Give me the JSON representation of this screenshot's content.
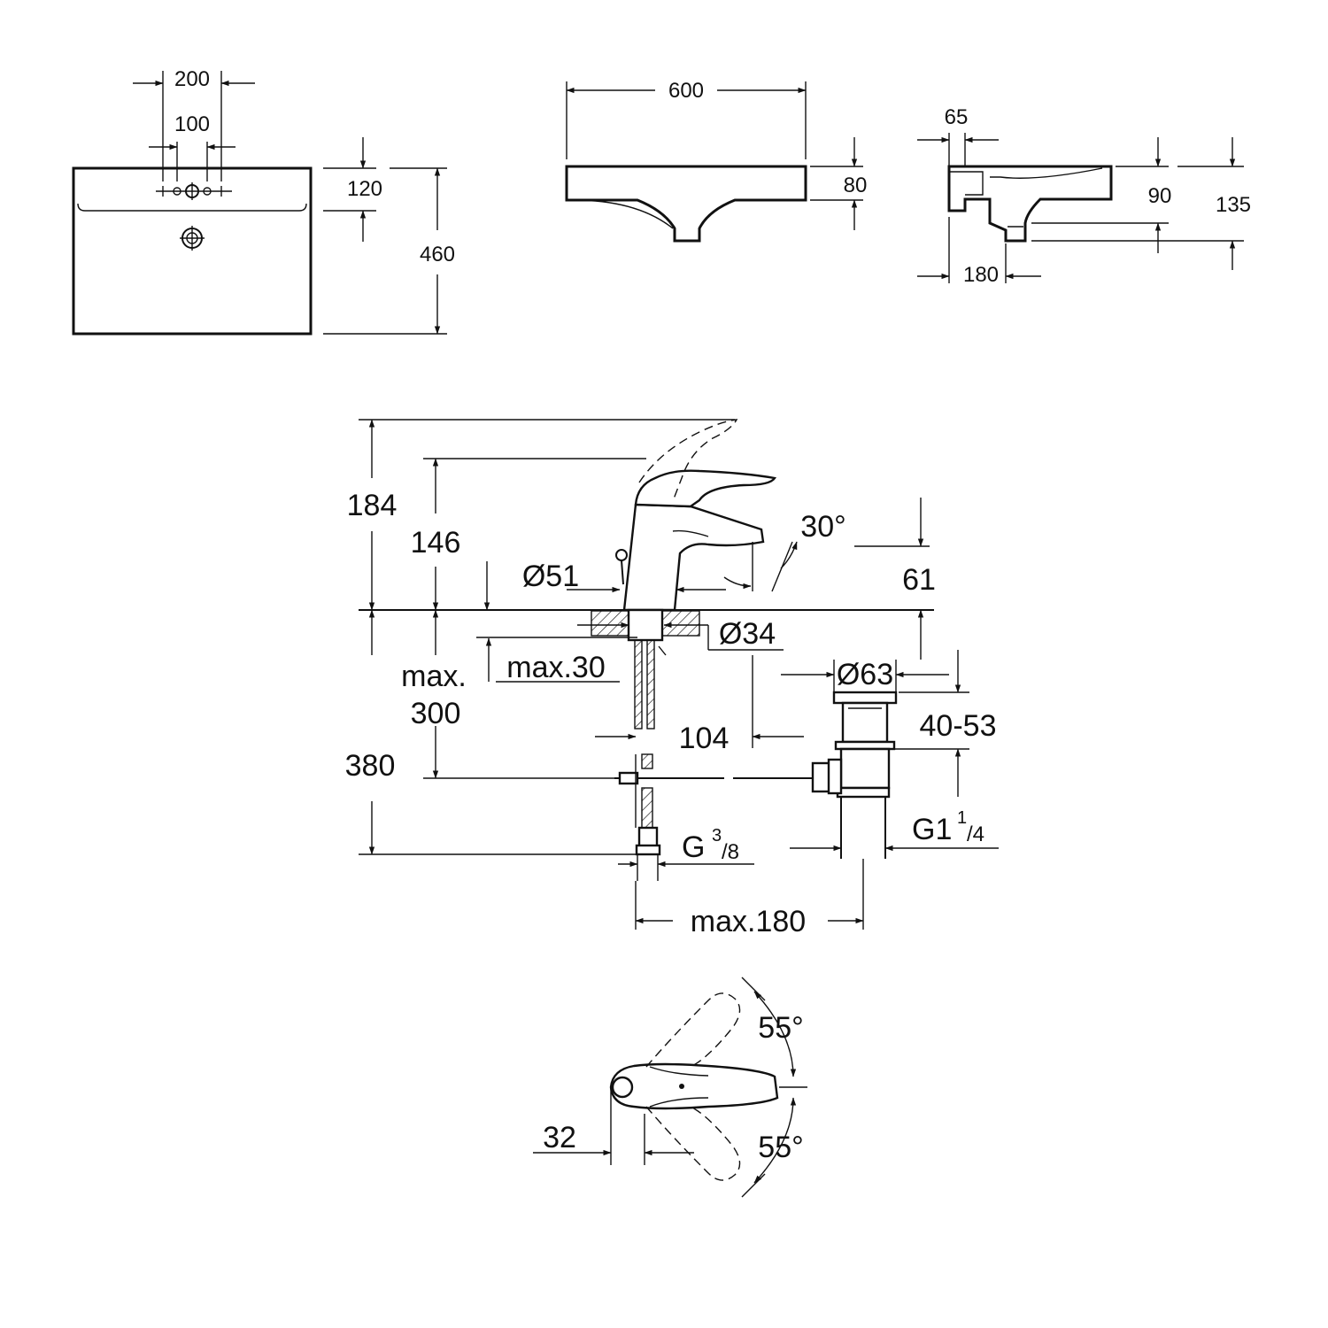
{
  "basin_top": {
    "w200": "200",
    "w100": "100",
    "h120": "120",
    "h460": "460"
  },
  "basin_front": {
    "w600": "600",
    "h80": "80"
  },
  "basin_side": {
    "d65": "65",
    "h90": "90",
    "h135": "135",
    "d180": "180"
  },
  "faucet_side": {
    "h184": "184",
    "h146": "146",
    "dia51": "Ø51",
    "angle30": "30°",
    "h61": "61",
    "dia34": "Ø34",
    "max30": "max.30",
    "max300_a": "max.",
    "max300_b": "300",
    "d104": "104",
    "h380": "380",
    "dia63": "Ø63",
    "r40_53": "40-53",
    "g38_base": "G",
    "g38_num": "3",
    "g38_den": "/8",
    "g114_base": "G1",
    "g114_num": "1",
    "g114_den": "/4",
    "max180": "max.180"
  },
  "faucet_top": {
    "angle55a": "55°",
    "angle55b": "55°",
    "d32": "32"
  }
}
